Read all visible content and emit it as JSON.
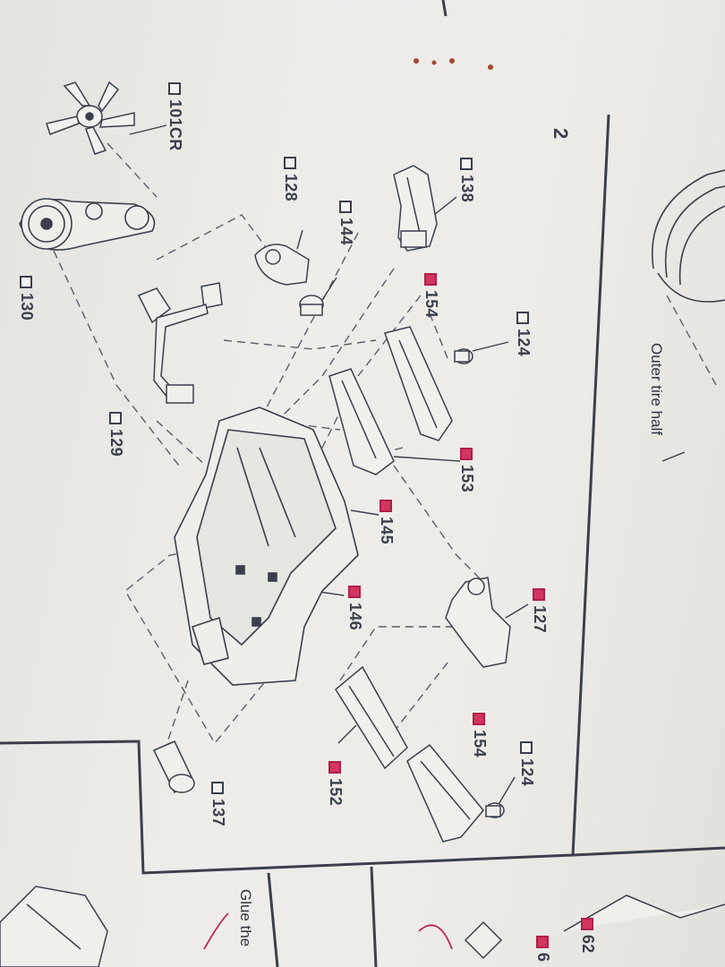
{
  "step": {
    "number": "2"
  },
  "labels": {
    "outer_tire_half": "Outer tire half",
    "glue_hint": "Glue the"
  },
  "parts": [
    {
      "id": "p101",
      "number": "101CR",
      "checked": false
    },
    {
      "id": "p138",
      "number": "138",
      "checked": false
    },
    {
      "id": "p128",
      "number": "128",
      "checked": false
    },
    {
      "id": "p144",
      "number": "144",
      "checked": false
    },
    {
      "id": "p154a",
      "number": "154",
      "checked": true
    },
    {
      "id": "p124a",
      "number": "124",
      "checked": false
    },
    {
      "id": "p130",
      "number": "130",
      "checked": false
    },
    {
      "id": "p129",
      "number": "129",
      "checked": false
    },
    {
      "id": "p153",
      "number": "153",
      "checked": true
    },
    {
      "id": "p145",
      "number": "145",
      "checked": true
    },
    {
      "id": "p146",
      "number": "146",
      "checked": true
    },
    {
      "id": "p127",
      "number": "127",
      "checked": true
    },
    {
      "id": "p154b",
      "number": "154",
      "checked": true
    },
    {
      "id": "p124b",
      "number": "124",
      "checked": false
    },
    {
      "id": "p152",
      "number": "152",
      "checked": true
    },
    {
      "id": "p137",
      "number": "137",
      "checked": false
    },
    {
      "id": "p62",
      "number": "62",
      "checked": true
    },
    {
      "id": "p6x",
      "number": "6",
      "checked": true
    }
  ],
  "colors": {
    "ink": "#3b3f4c",
    "checkmark": "#d2355f",
    "paper": "#eceae6"
  }
}
